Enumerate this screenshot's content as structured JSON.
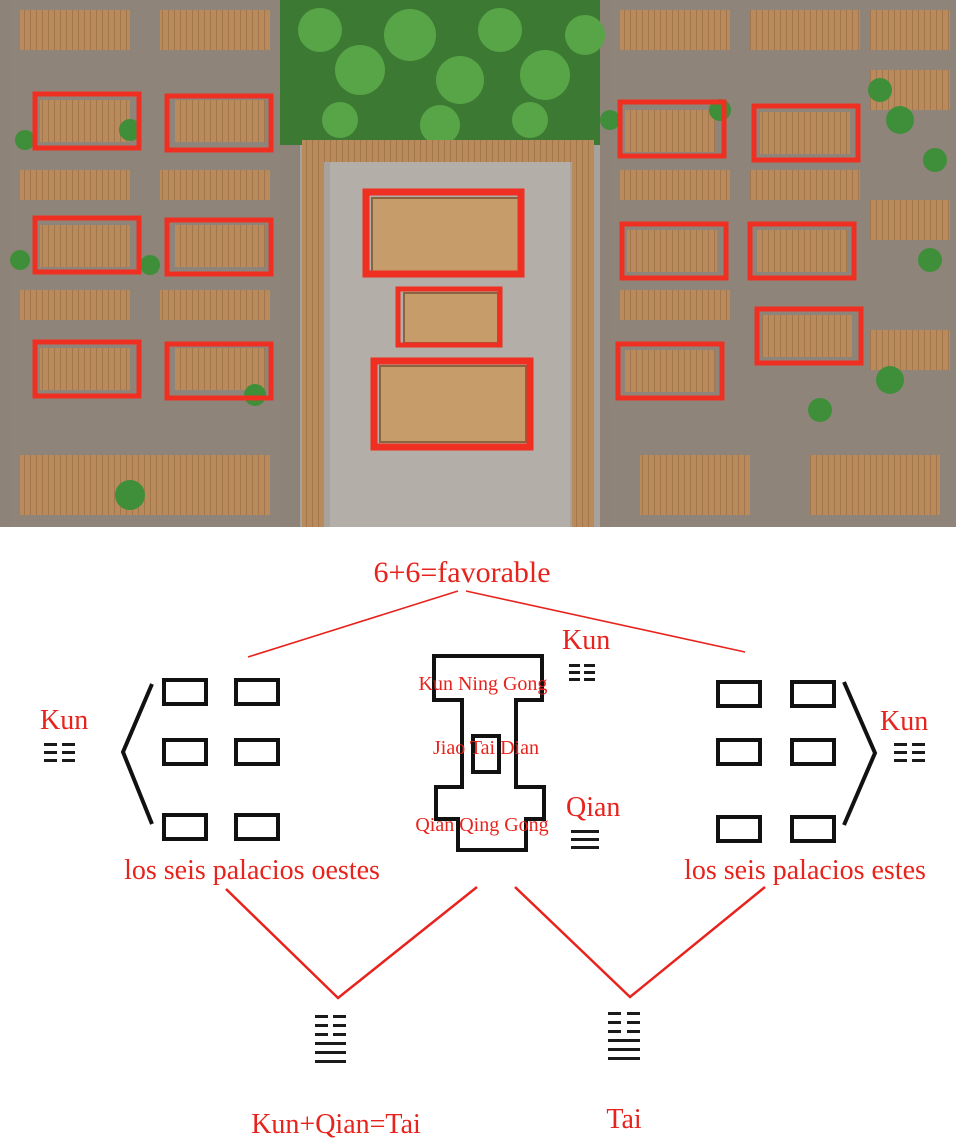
{
  "colors": {
    "highlight": "#ef2f22",
    "label": "#e8221c",
    "ink": "#111111",
    "roof": "#c49a6a",
    "tree": "#2e7d32"
  },
  "photo": {
    "description_icon": "aerial-palace-photo",
    "highlighted_building_count": 15
  },
  "diagram": {
    "top_label": "6+6=favorable",
    "west": {
      "trigram_name": "Kun",
      "caption": "los seis palacios oestes"
    },
    "east": {
      "trigram_name": "Kun",
      "caption": "los seis palacios estes"
    },
    "center": {
      "top_trigram_name": "Kun",
      "mid_trigram_name": "Qian",
      "hall_top": "Kun Ning Gong",
      "hall_mid": "Jiao Tai Dian",
      "hall_bottom": "Qian Qing Gong"
    },
    "bottom_left_caption": "Kun+Qian=Tai",
    "bottom_right_caption": "Tai"
  }
}
